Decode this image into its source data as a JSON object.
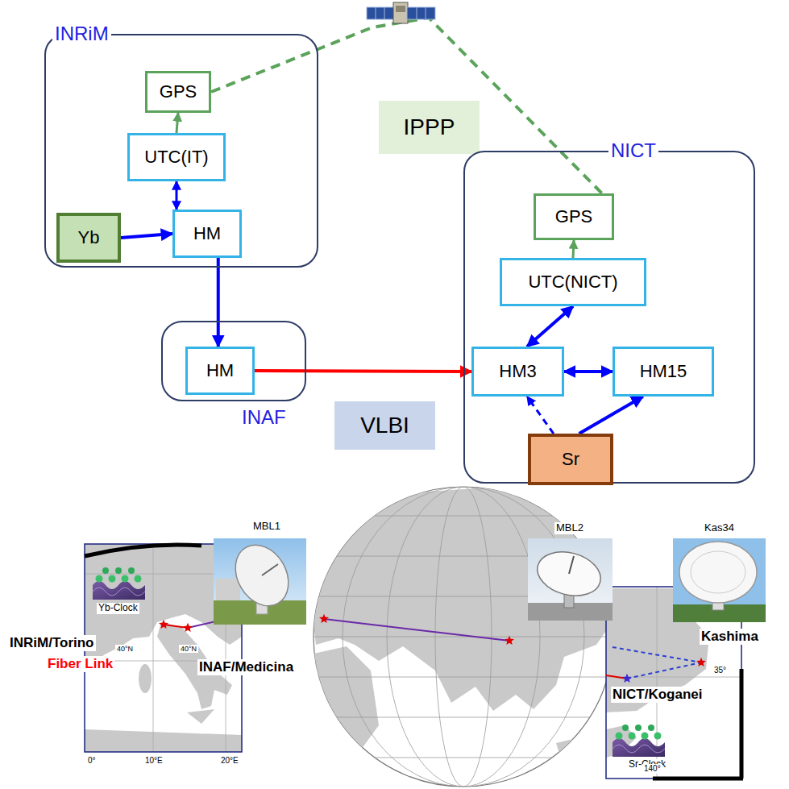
{
  "diagram": {
    "nodes": [
      {
        "text": [
          "INRiM"
        ]
      },
      {
        "text": [
          "GPS"
        ],
        "in": 0
      },
      {
        "text": [
          "UTC(IT)"
        ],
        "in": 0
      },
      {
        "text": [
          "Yb"
        ],
        "in": 0
      },
      {
        "text": [
          "HM"
        ],
        "in": 0
      },
      {
        "text": [
          "IPPP"
        ]
      },
      {
        "text": [
          "NICT"
        ]
      },
      {
        "text": [
          "GPS"
        ],
        "in": 6
      },
      {
        "text": [
          "UTC(NICT)"
        ],
        "in": 6
      },
      {
        "text": [
          "HM3"
        ],
        "in": 6
      },
      {
        "text": [
          "HM15"
        ],
        "in": 6
      },
      {
        "text": [
          "Sr"
        ],
        "in": 6
      },
      {
        "text": [
          "INAF"
        ]
      },
      {
        "text": [
          "HM"
        ],
        "in": 12
      },
      {
        "text": [
          "VLBI"
        ]
      }
    ],
    "edges": [
      {
        "from": 2,
        "to": 1,
        "arrow": "to"
      },
      {
        "from": 4,
        "to": 2,
        "arrow": "both"
      },
      {
        "from": 3,
        "to": 4,
        "arrow": "to"
      },
      {
        "from": 4,
        "to": 13,
        "arrow": "to"
      },
      {
        "from": 13,
        "to": 9,
        "arrow": "to"
      },
      {
        "from": 8,
        "to": 7,
        "arrow": "to"
      },
      {
        "from": 9,
        "to": 8,
        "arrow": "both"
      },
      {
        "from": 9,
        "to": 10,
        "arrow": "both"
      },
      {
        "from": 11,
        "to": 9,
        "arrow": "to"
      },
      {
        "from": 11,
        "to": 10,
        "arrow": "to"
      },
      {
        "from": 1,
        "to": 7,
        "arrow": "none"
      }
    ],
    "labels": [
      "MBL1",
      "MBL2",
      "Kas34",
      "Yb-Clock",
      "INRiM/Torino",
      "Fiber Link",
      "INAF/Medicina",
      "Kashima",
      "NICT/Koganei",
      "Sr-Clock",
      "40°N",
      "40°N",
      "0°",
      "10°E",
      "20°E",
      "35°",
      "140°"
    ]
  }
}
